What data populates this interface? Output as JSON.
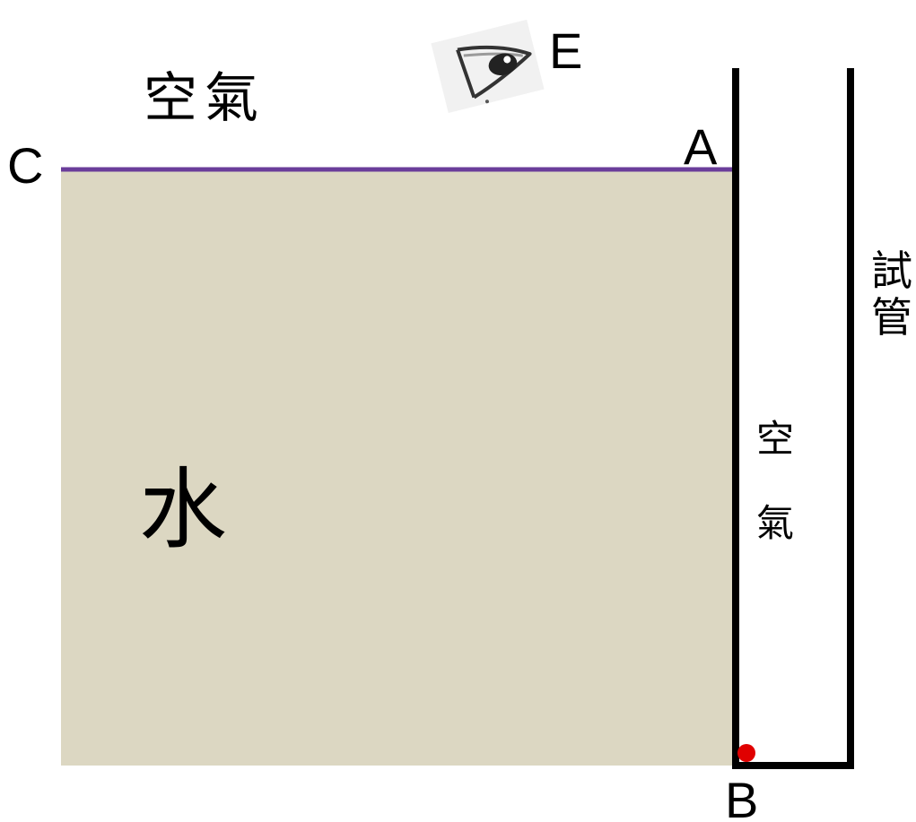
{
  "labels": {
    "air_top": "空氣",
    "water": "水",
    "air_tube_1": "空",
    "air_tube_2": "氣",
    "tube_1": "試",
    "tube_2": "管",
    "point_a": "A",
    "point_b": "B",
    "point_c": "C",
    "point_e": "E"
  },
  "colors": {
    "water": "#dcd7c2",
    "water_surface": "#6a3d9a",
    "tube": "#000000",
    "point_b_marker": "#e00000"
  },
  "icons": {
    "observer": "eye-icon"
  }
}
